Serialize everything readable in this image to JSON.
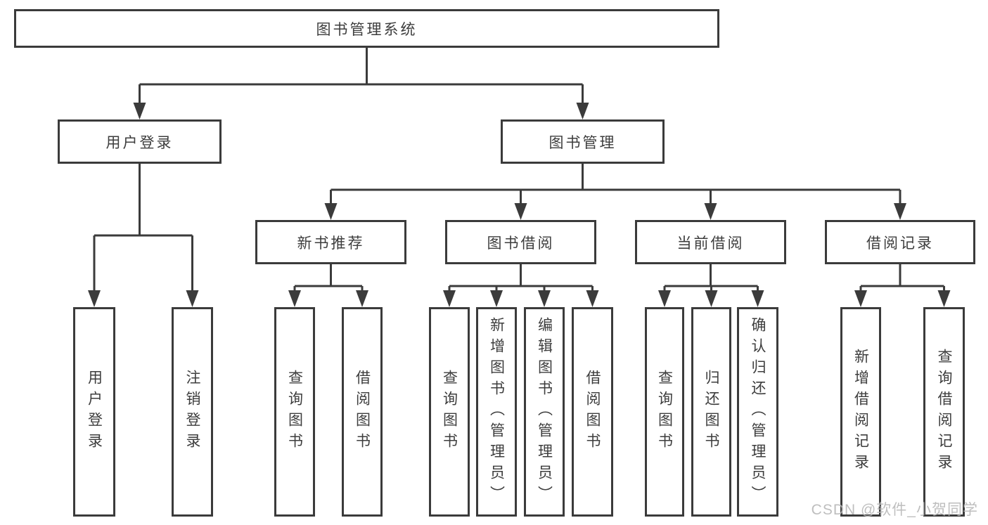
{
  "diagram": {
    "root": {
      "label": "图书管理系统"
    },
    "branches": [
      {
        "label": "用户登录",
        "children": [
          {
            "label": "用户登录"
          },
          {
            "label": "注销登录"
          }
        ]
      },
      {
        "label": "图书管理",
        "children": [
          {
            "label": "新书推荐",
            "children": [
              {
                "label": "查询图书"
              },
              {
                "label": "借阅图书"
              }
            ]
          },
          {
            "label": "图书借阅",
            "children": [
              {
                "label": "查询图书"
              },
              {
                "label": "新增图书（管理员）"
              },
              {
                "label": "编辑图书（管理员）"
              },
              {
                "label": "借阅图书"
              }
            ]
          },
          {
            "label": "当前借阅",
            "children": [
              {
                "label": "查询图书"
              },
              {
                "label": "归还图书"
              },
              {
                "label": "确认归还（管理员）"
              }
            ]
          },
          {
            "label": "借阅记录",
            "children": [
              {
                "label": "新增借阅记录"
              },
              {
                "label": "查询借阅记录"
              }
            ]
          }
        ]
      }
    ]
  },
  "watermark": {
    "text": "CSDN @软件_小贺同学"
  },
  "colors": {
    "line": "#3b3b3b",
    "text": "#3d3d3d",
    "background": "#ffffff",
    "watermark": "#b8b8b8"
  }
}
